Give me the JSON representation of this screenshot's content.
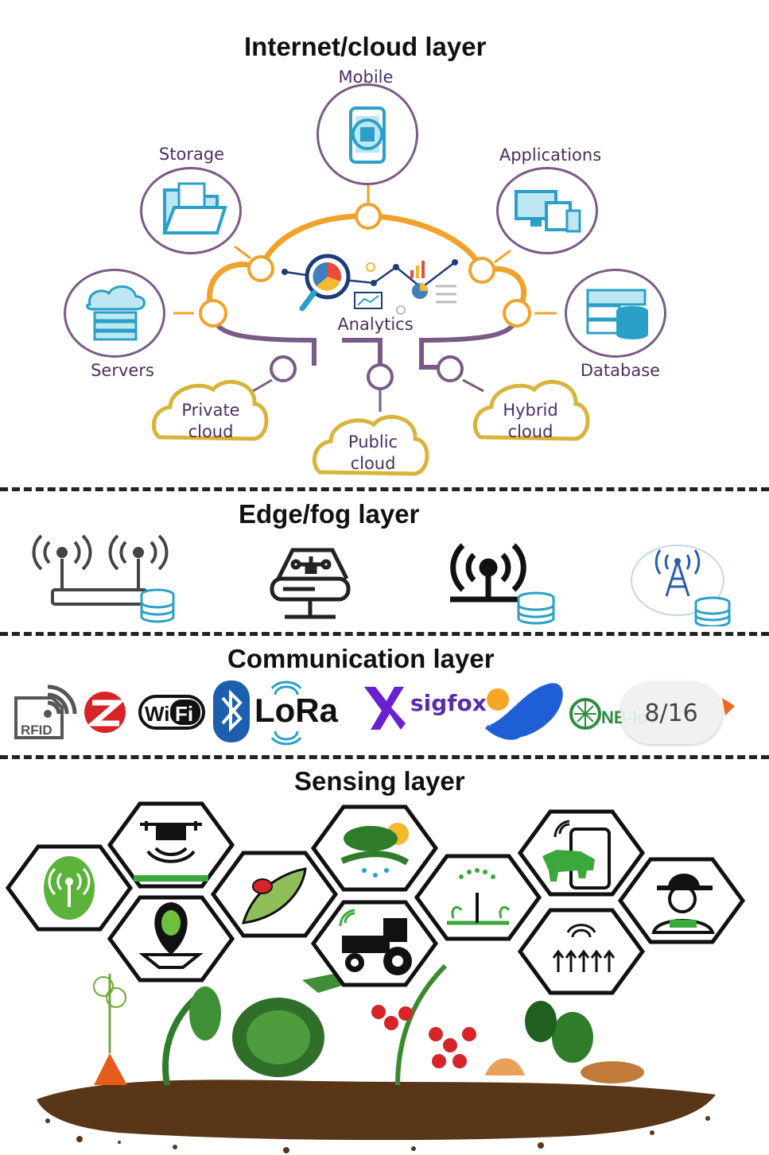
{
  "layers": {
    "cloud": {
      "title": "Internet/cloud layer",
      "nodes": {
        "mobile": "Mobile",
        "storage": "Storage",
        "applications": "Applications",
        "servers": "Servers",
        "database": "Database",
        "analytics": "Analytics"
      },
      "clouds": {
        "private_1": "Private",
        "private_2": "cloud",
        "public_1": "Public",
        "public_2": "cloud",
        "hybrid_1": "Hybrid",
        "hybrid_2": "cloud"
      }
    },
    "edge": {
      "title": "Edge/fog layer",
      "devices": [
        "router-icon",
        "gateway-icon",
        "wireless-hub-icon",
        "cell-tower-icon"
      ]
    },
    "communication": {
      "title": "Communication layer",
      "logos": {
        "rfid": "RFID",
        "wifi_1": "Wi",
        "wifi_2": "Fi",
        "lora": "LoRa",
        "sigfox": "sigfox",
        "nbiot": "NB-IoT"
      }
    },
    "sensing": {
      "title": "Sensing layer",
      "icons": [
        "antenna-icon",
        "drone-icon",
        "location-leaf-icon",
        "pest-leaf-icon",
        "weather-field-icon",
        "smart-tractor-icon",
        "sprinkler-icon",
        "livestock-monitor-icon",
        "crop-sensor-icon",
        "farmer-icon"
      ]
    }
  },
  "page_badge": "8/16",
  "colors": {
    "title": "#111111",
    "label": "#4b2d63",
    "cloud_orange": "#f0a22a",
    "cloud_purple": "#7a5a86",
    "icon_blue": "#2aa0c8",
    "cloud_outline": "#d9b43a"
  }
}
